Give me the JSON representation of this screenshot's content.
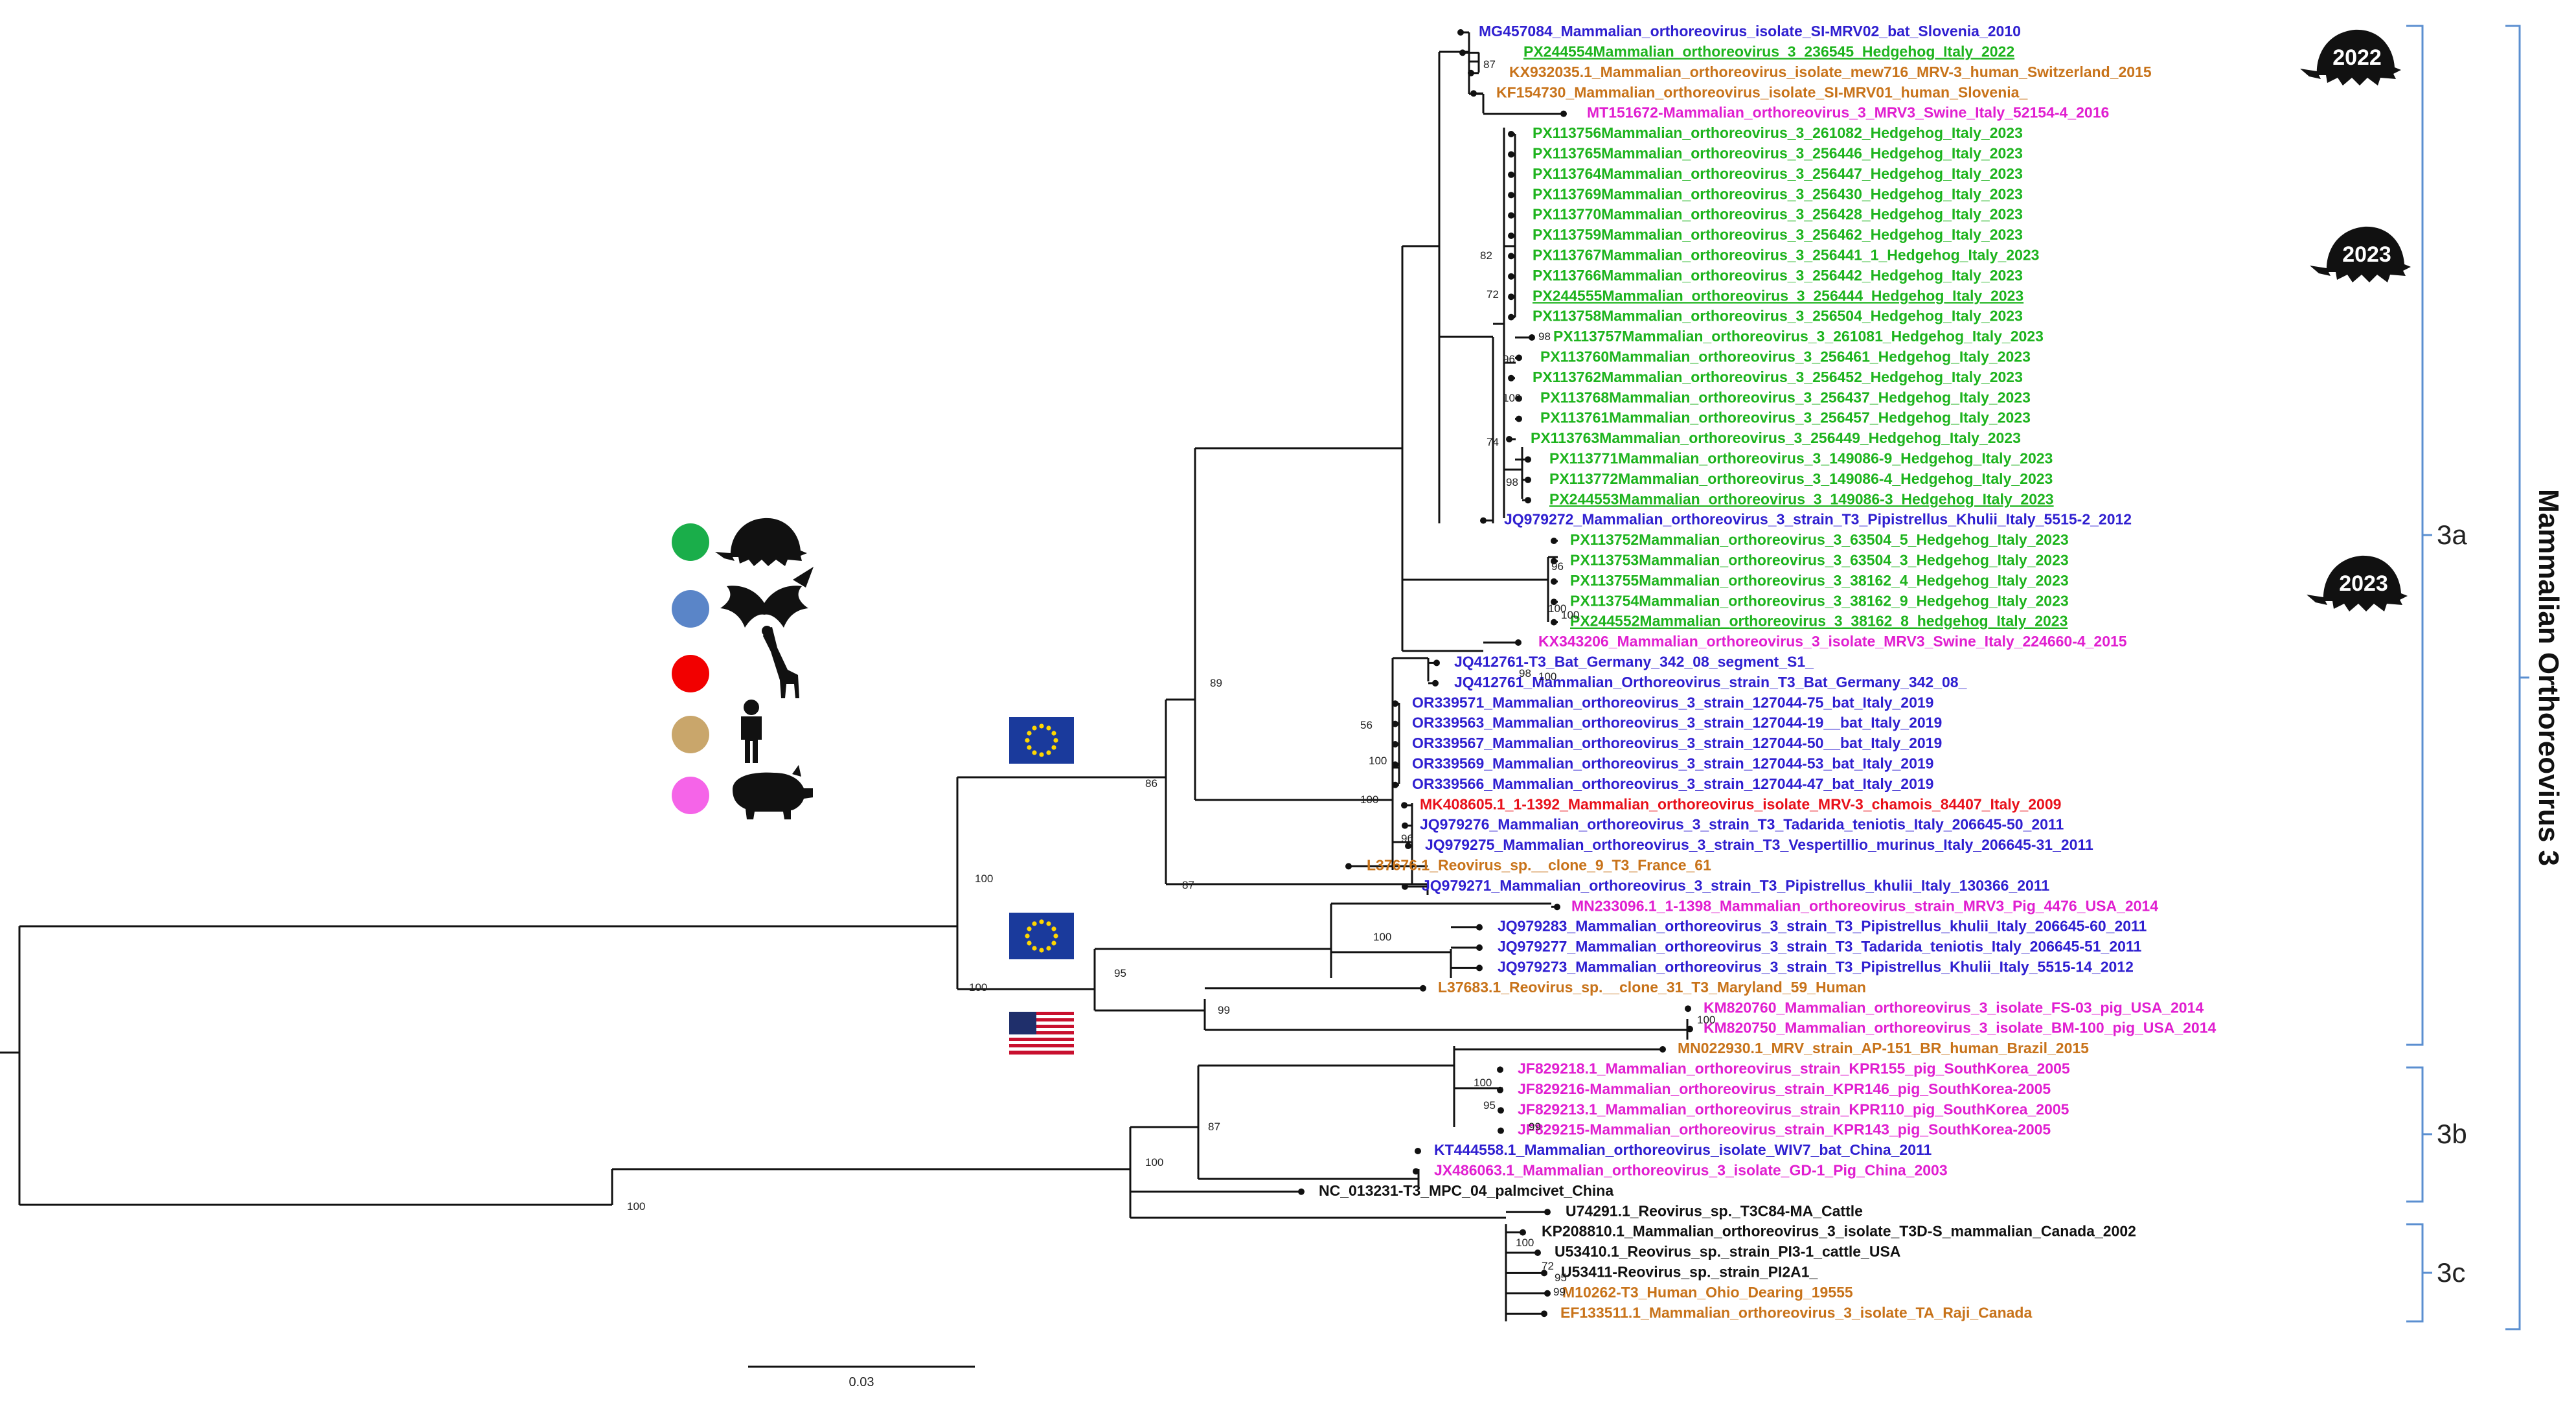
{
  "taxa": [
    {
      "label": "MG457084_Mammalian_orthoreovirus_isolate_SI-MRV02_bat_Slovenia_2010",
      "color": "#2F1FD0"
    },
    {
      "label": "PX244554Mammalian_orthoreovirus_3_236545_Hedgehog_Italy_2022",
      "color": "#1DB31D",
      "underline": true
    },
    {
      "label": "KX932035.1_Mammalian_orthoreovirus_isolate_mew716_MRV-3_human_Switzerland_2015",
      "color": "#C8731A"
    },
    {
      "label": "KF154730_Mammalian_orthoreovirus_isolate_SI-MRV01_human_Slovenia_",
      "color": "#C8731A"
    },
    {
      "label": "MT151672-Mammalian_orthoreovirus_3_MRV3_Swine_Italy_52154-4_2016",
      "color": "#E01FD0"
    },
    {
      "label": "PX113756Mammalian_orthoreovirus_3_261082_Hedgehog_Italy_2023",
      "color": "#1DB31D"
    },
    {
      "label": "PX113765Mammalian_orthoreovirus_3_256446_Hedgehog_Italy_2023",
      "color": "#1DB31D"
    },
    {
      "label": "PX113764Mammalian_orthoreovirus_3_256447_Hedgehog_Italy_2023",
      "color": "#1DB31D"
    },
    {
      "label": "PX113769Mammalian_orthoreovirus_3_256430_Hedgehog_Italy_2023",
      "color": "#1DB31D"
    },
    {
      "label": "PX113770Mammalian_orthoreovirus_3_256428_Hedgehog_Italy_2023",
      "color": "#1DB31D"
    },
    {
      "label": "PX113759Mammalian_orthoreovirus_3_256462_Hedgehog_Italy_2023",
      "color": "#1DB31D"
    },
    {
      "label": "PX113767Mammalian_orthoreovirus_3_256441_1_Hedgehog_Italy_2023",
      "color": "#1DB31D"
    },
    {
      "label": "PX113766Mammalian_orthoreovirus_3_256442_Hedgehog_Italy_2023",
      "color": "#1DB31D"
    },
    {
      "label": "PX244555Mammalian_orthoreovirus_3_256444_Hedgehog_Italy_2023",
      "color": "#1DB31D",
      "underline": true
    },
    {
      "label": "PX113758Mammalian_orthoreovirus_3_256504_Hedgehog_Italy_2023",
      "color": "#1DB31D"
    },
    {
      "label": "PX113757Mammalian_orthoreovirus_3_261081_Hedgehog_Italy_2023",
      "color": "#1DB31D"
    },
    {
      "label": "PX113760Mammalian_orthoreovirus_3_256461_Hedgehog_Italy_2023",
      "color": "#1DB31D"
    },
    {
      "label": "PX113762Mammalian_orthoreovirus_3_256452_Hedgehog_Italy_2023",
      "color": "#1DB31D"
    },
    {
      "label": "PX113768Mammalian_orthoreovirus_3_256437_Hedgehog_Italy_2023",
      "color": "#1DB31D"
    },
    {
      "label": "PX113761Mammalian_orthoreovirus_3_256457_Hedgehog_Italy_2023",
      "color": "#1DB31D"
    },
    {
      "label": "PX113763Mammalian_orthoreovirus_3_256449_Hedgehog_Italy_2023",
      "color": "#1DB31D"
    },
    {
      "label": "PX113771Mammalian_orthoreovirus_3_149086-9_Hedgehog_Italy_2023",
      "color": "#1DB31D"
    },
    {
      "label": "PX113772Mammalian_orthoreovirus_3_149086-4_Hedgehog_Italy_2023",
      "color": "#1DB31D"
    },
    {
      "label": "PX244553Mammalian_orthoreovirus_3_149086-3_Hedgehog_Italy_2023",
      "color": "#1DB31D",
      "underline": true
    },
    {
      "label": "JQ979272_Mammalian_orthoreovirus_3_strain_T3_Pipistrellus_Khulii_Italy_5515-2_2012",
      "color": "#2F1FD0"
    },
    {
      "label": "PX113752Mammalian_orthoreovirus_3_63504_5_Hedgehog_Italy_2023",
      "color": "#1DB31D"
    },
    {
      "label": "PX113753Mammalian_orthoreovirus_3_63504_3_Hedgehog_Italy_2023",
      "color": "#1DB31D"
    },
    {
      "label": "PX113755Mammalian_orthoreovirus_3_38162_4_Hedgehog_Italy_2023",
      "color": "#1DB31D"
    },
    {
      "label": "PX113754Mammalian_orthoreovirus_3_38162_9_Hedgehog_Italy_2023",
      "color": "#1DB31D"
    },
    {
      "label": "PX244552Mammalian_orthoreovirus_3_38162_8_hedgehog_Italy_2023",
      "color": "#1DB31D",
      "underline": true
    },
    {
      "label": "KX343206_Mammalian_orthoreovirus_3_isolate_MRV3_Swine_Italy_224660-4_2015",
      "color": "#E01FD0"
    },
    {
      "label": "JQ412761-T3_Bat_Germany_342_08_segment_S1_",
      "color": "#2F1FD0"
    },
    {
      "label": "JQ412761_Mammalian_Orthoreovirus_strain_T3_Bat_Germany_342_08_",
      "color": "#2F1FD0"
    },
    {
      "label": "OR339571_Mammalian_orthoreovirus_3_strain_127044-75_bat_Italy_2019",
      "color": "#2F1FD0"
    },
    {
      "label": "OR339563_Mammalian_orthoreovirus_3_strain_127044-19__bat_Italy_2019",
      "color": "#2F1FD0"
    },
    {
      "label": "OR339567_Mammalian_orthoreovirus_3_strain_127044-50__bat_Italy_2019",
      "color": "#2F1FD0"
    },
    {
      "label": "OR339569_Mammalian_orthoreovirus_3_strain_127044-53_bat_Italy_2019",
      "color": "#2F1FD0"
    },
    {
      "label": "OR339566_Mammalian_orthoreovirus_3_strain_127044-47_bat_Italy_2019",
      "color": "#2F1FD0"
    },
    {
      "label": "MK408605.1_1-1392_Mammalian_orthoreovirus_isolate_MRV-3_chamois_84407_Italy_2009",
      "color": "#E8101A"
    },
    {
      "label": "JQ979276_Mammalian_orthoreovirus_3_strain_T3_Tadarida_teniotis_Italy_206645-50_2011",
      "color": "#2F1FD0"
    },
    {
      "label": "JQ979275_Mammalian_orthoreovirus_3_strain_T3_Vespertillio_murinus_Italy_206645-31_2011",
      "color": "#2F1FD0"
    },
    {
      "label": "L37676.1_Reovirus_sp.__clone_9_T3_France_61",
      "color": "#C8731A"
    },
    {
      "label": "JQ979271_Mammalian_orthoreovirus_3_strain_T3_Pipistrellus_khulii_Italy_130366_2011",
      "color": "#2F1FD0"
    },
    {
      "label": "MN233096.1_1-1398_Mammalian_orthoreovirus_strain_MRV3_Pig_4476_USA_2014",
      "color": "#E01FD0"
    },
    {
      "label": "JQ979283_Mammalian_orthoreovirus_3_strain_T3_Pipistrellus_khulii_Italy_206645-60_2011",
      "color": "#2F1FD0"
    },
    {
      "label": "JQ979277_Mammalian_orthoreovirus_3_strain_T3_Tadarida_teniotis_Italy_206645-51_2011",
      "color": "#2F1FD0"
    },
    {
      "label": "JQ979273_Mammalian_orthoreovirus_3_strain_T3_Pipistrellus_Khulii_Italy_5515-14_2012",
      "color": "#2F1FD0"
    },
    {
      "label": "L37683.1_Reovirus_sp.__clone_31_T3_Maryland_59_Human",
      "color": "#C8731A"
    },
    {
      "label": "KM820760_Mammalian_orthoreovirus_3_isolate_FS-03_pig_USA_2014",
      "color": "#E01FD0"
    },
    {
      "label": "KM820750_Mammalian_orthoreovirus_3_isolate_BM-100_pig_USA_2014",
      "color": "#E01FD0"
    },
    {
      "label": "MN022930.1_MRV_strain_AP-151_BR_human_Brazil_2015",
      "color": "#C8731A"
    },
    {
      "label": "JF829218.1_Mammalian_orthoreovirus_strain_KPR155_pig_SouthKorea_2005",
      "color": "#E01FD0"
    },
    {
      "label": "JF829216-Mammalian_orthoreovirus_strain_KPR146_pig_SouthKorea-2005",
      "color": "#E01FD0"
    },
    {
      "label": "JF829213.1_Mammalian_orthoreovirus_strain_KPR110_pig_SouthKorea_2005",
      "color": "#E01FD0"
    },
    {
      "label": "JF829215-Mammalian_orthoreovirus_strain_KPR143_pig_SouthKorea-2005",
      "color": "#E01FD0"
    },
    {
      "label": "KT444558.1_Mammalian_orthoreovirus_isolate_WIV7_bat_China_2011",
      "color": "#2F1FD0"
    },
    {
      "label": "JX486063.1_Mammalian_orthoreovirus_3_isolate_GD-1_Pig_China_2003",
      "color": "#E01FD0"
    },
    {
      "label": "NC_013231-T3_MPC_04_palmcivet_China",
      "color": "#111111"
    },
    {
      "label": "U74291.1_Reovirus_sp._T3C84-MA_Cattle",
      "color": "#111111"
    },
    {
      "label": "KP208810.1_Mammalian_orthoreovirus_3_isolate_T3D-S_mammalian_Canada_2002",
      "color": "#111111"
    },
    {
      "label": "U53410.1_Reovirus_sp._strain_PI3-1_cattle_USA",
      "color": "#111111"
    },
    {
      "label": "U53411-Reovirus_sp._strain_PI2A1_",
      "color": "#111111"
    },
    {
      "label": "M10262-T3_Human_Ohio_Dearing_19555",
      "color": "#C8731A"
    },
    {
      "label": "EF133511.1_Mammalian_orthoreovirus_3_isolate_TA_Raji_Canada",
      "color": "#C8731A"
    }
  ],
  "bootstrap": [
    "87",
    "82",
    "72",
    "98",
    "96",
    "100",
    "74",
    "98",
    "98",
    "100",
    "96",
    "100",
    "100",
    "89",
    "56",
    "100",
    "96",
    "100",
    "86",
    "100",
    "87",
    "100",
    "100",
    "95",
    "99",
    "100",
    "100",
    "95",
    "99",
    "87",
    "100",
    "100",
    "100",
    "72",
    "95",
    "99"
  ],
  "clades": [
    {
      "label": "3a"
    },
    {
      "label": "3b"
    },
    {
      "label": "3c"
    }
  ],
  "virus_title": "Mammalian Orthoreovirus 3",
  "year_badges": [
    "2022",
    "2023",
    "2023"
  ],
  "legend": [
    {
      "color": "#1AAE4A",
      "icon": "hedgehog-icon"
    },
    {
      "color": "#5A85C8",
      "icon": "bat-icon"
    },
    {
      "color": "#F20000",
      "icon": "giraffe-icon"
    },
    {
      "color": "#C9A66B",
      "icon": "human-icon"
    },
    {
      "color": "#F564E8",
      "icon": "pig-icon"
    }
  ],
  "flags": [
    "eu-flag-icon",
    "eu-flag-icon",
    "usa-flag-icon"
  ],
  "scale_bar": {
    "label": "0.03"
  },
  "colors": {
    "line": "#111111",
    "bracket": "#5B8FD0"
  }
}
